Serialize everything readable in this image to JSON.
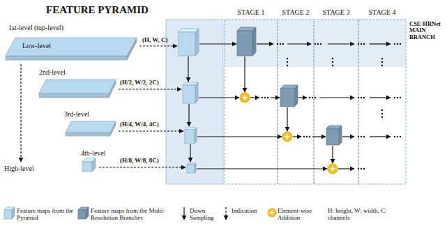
{
  "diagram": {
    "title": "FEATURE PYRAMID",
    "nodes": [
      {
        "text": [
          "1st-level (top-level)",
          "Low-level"
        ]
      },
      {
        "text": [
          "2nd-level"
        ]
      },
      {
        "text": [
          "3rd-level"
        ]
      },
      {
        "text": [
          "4th-level"
        ]
      }
    ],
    "labels": [
      "STAGE 1",
      "STAGE 2",
      "STAGE 3",
      "STAGE 4",
      "CSE-HRNet MAIN BRANCH",
      "(H, W, C)",
      "(H/2, W/2, 2C)",
      "(H/4, W/4, 4C)",
      "(H/8, W/8, 8C)",
      "High-level"
    ],
    "legend": [
      {
        "text": "Feature maps from the Pyramid",
        "color": "#b8daf1"
      },
      {
        "text": "Feature maps from the Multi-Resolution Branches",
        "color": "#7e9bb3"
      },
      {
        "text": "Down Sampling"
      },
      {
        "text": "Indication"
      },
      {
        "text": "Element-wise Addition"
      },
      {
        "text": "H: height, W: width, C: channels"
      }
    ]
  }
}
